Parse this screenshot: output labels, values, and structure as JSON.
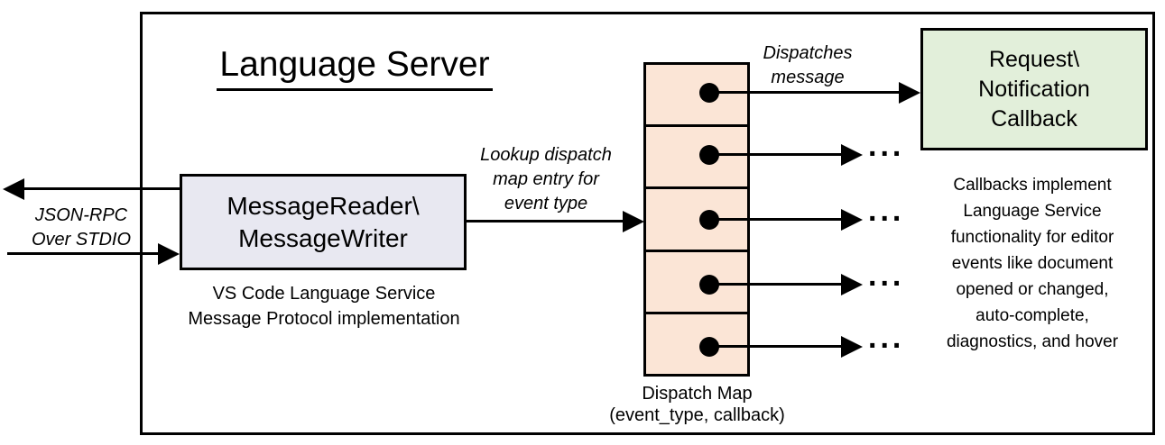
{
  "title": "Language Server",
  "client_channel": {
    "label_lines": [
      "JSON-RPC",
      "Over STDIO"
    ]
  },
  "message_handler": {
    "box_lines": [
      "MessageReader\\",
      "MessageWriter"
    ],
    "caption_lines": [
      "VS Code Language Service",
      "Message Protocol implementation"
    ]
  },
  "lookup_annotation": {
    "lines": [
      "Lookup dispatch",
      "map entry for",
      "event type"
    ]
  },
  "dispatch_map": {
    "cell_count": 5,
    "ellipsis": "...",
    "label_lines": [
      "Dispatch Map",
      "(event_type, callback)"
    ]
  },
  "dispatch_annotation": {
    "lines": [
      "Dispatches",
      "message"
    ]
  },
  "callback_box": {
    "lines": [
      "Request\\",
      "Notification",
      "Callback"
    ]
  },
  "callback_note": {
    "lines": [
      "Callbacks implement",
      "Language Service",
      "functionality for editor",
      "events like document",
      "opened or changed,",
      "auto-complete,",
      "diagnostics, and hover"
    ]
  },
  "colors": {
    "message_box_fill": "#e8e8f1",
    "dispatch_cell_fill": "#fbe5d6",
    "callback_box_fill": "#e2efda",
    "line": "#000000"
  }
}
